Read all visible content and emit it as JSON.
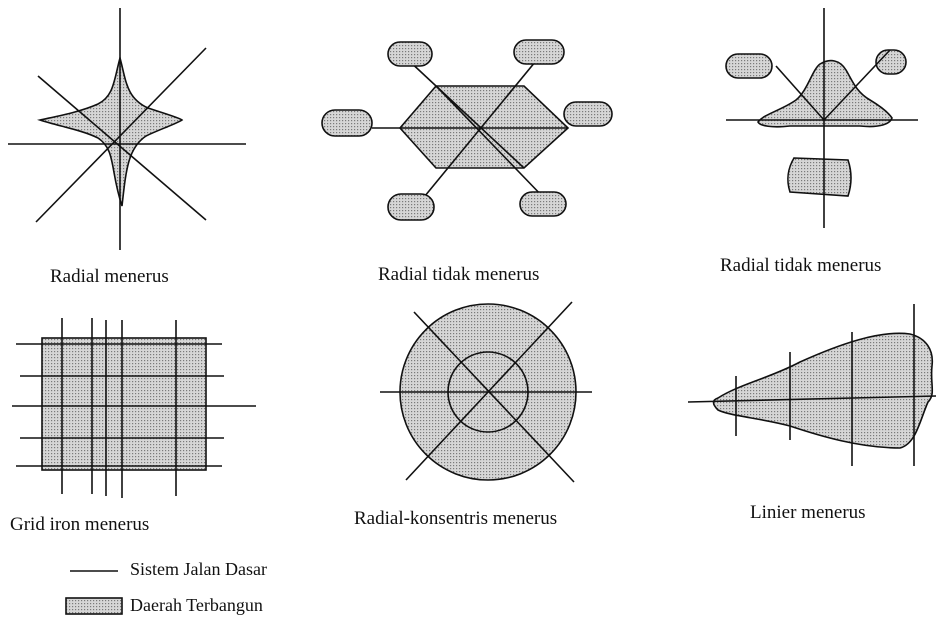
{
  "diagrams": [
    {
      "label": "Radial menerus"
    },
    {
      "label": "Radial tidak menerus"
    },
    {
      "label": "Radial tidak menerus"
    },
    {
      "label": "Grid iron menerus"
    },
    {
      "label": "Radial-konsentris menerus"
    },
    {
      "label": "Linier menerus"
    }
  ],
  "legend": {
    "road_label": "Sistem Jalan Dasar",
    "built_label": "Daerah Terbangun"
  },
  "colors": {
    "line": "#111111",
    "fill": "#d6d6d6",
    "dots": "#7a7a7a"
  }
}
